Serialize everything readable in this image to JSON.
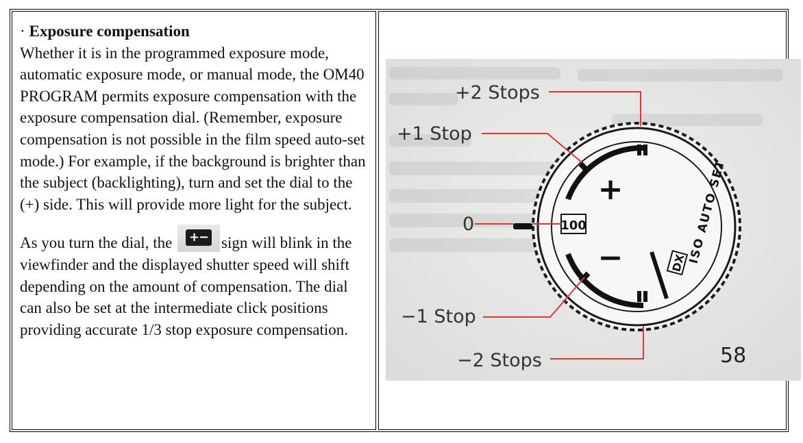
{
  "document": {
    "heading_bullet": "·",
    "heading": "Exposure compensation",
    "paragraph1": "Whether it is in the programmed exposure mode, automatic exposure mode, or manual mode, the OM40 PROGRAM permits exposure compensation with the exposure compensation dial. (Remember, exposure compensation is not possible in the film speed auto-set mode.) For example, if the background is brighter than the subject (backlighting), turn and set the dial to the (+) side. This will provide more light for the subject.",
    "paragraph2_before": "As you turn the dial, the",
    "paragraph2_after": "sign will blink in the viewfinder and the displayed shutter speed will shift depending on the amount of compensation.  The dial can also be set at the intermediate click positions providing accurate 1/3 stop exposure compensation.",
    "icon": "plus-minus-icon"
  },
  "figure": {
    "labels": {
      "plus2": "+2 Stops",
      "plus1": "+1 Stop",
      "zero": "0",
      "minus1": "−1 Stop",
      "minus2": "−2 Stops"
    },
    "dial": {
      "iso": "100",
      "auto_set": "ISO AUTO SET",
      "dx": "DX",
      "plus": "+",
      "minus": "−"
    },
    "page_number": "58",
    "colors": {
      "leader": "#e0342f",
      "paper": "#ebebea",
      "ink": "#1a1a1a"
    }
  }
}
